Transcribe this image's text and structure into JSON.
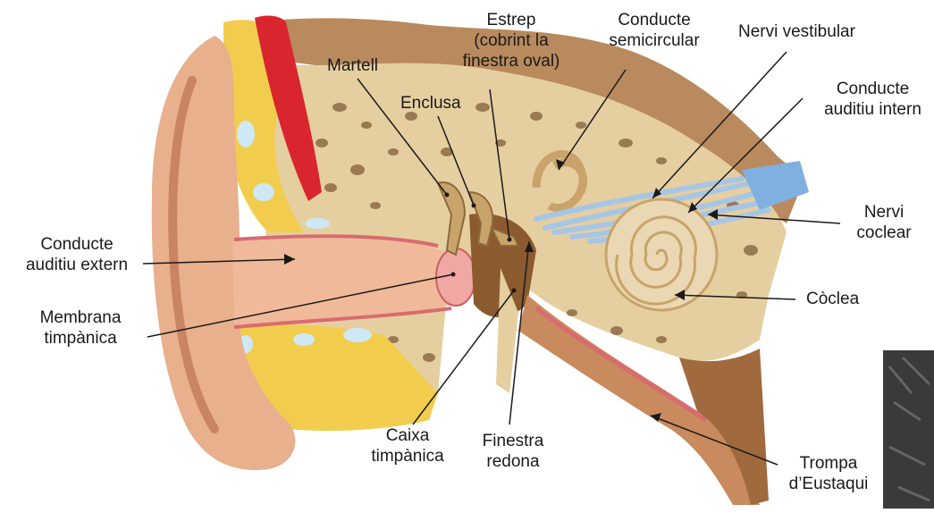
{
  "colors": {
    "skin": "#e8b08d",
    "skin_shadow": "#c98463",
    "bone": "#e5cfa0",
    "bone_pores": "#9a7a52",
    "fat": "#f2cd4d",
    "muscle": "#d9262e",
    "dura": "#b98a5e",
    "canal": "#f0b99a",
    "nerve": "#a7c6e6",
    "cochlea": "#ead7b3",
    "membrane": "#f1a7a3",
    "mucosa": "#d86b70",
    "line": "#1a1a1a"
  },
  "labels": {
    "martell": "Martell",
    "enclusa": "Enclusa",
    "estrep": [
      "Estrep",
      "(cobrint la",
      "finestra oval)"
    ],
    "conducte_semicircular": [
      "Conducte",
      "semicircular"
    ],
    "nervi_vestibular": "Nervi vestibular",
    "conducte_auditiu_intern": [
      "Conducte",
      "auditiu intern"
    ],
    "nervi_coclear": [
      "Nervi",
      "coclear"
    ],
    "coclea": "Còclea",
    "trompa": [
      "Trompa",
      "d’Eustaqui"
    ],
    "finestra_redona": [
      "Finestra",
      "redona"
    ],
    "caixa_timpanica": [
      "Caixa",
      "timpànica"
    ],
    "membrana_timpanica": [
      "Membrana",
      "timpànica"
    ],
    "conducte_auditiu_extern": [
      "Conducte",
      "auditiu extern"
    ]
  }
}
